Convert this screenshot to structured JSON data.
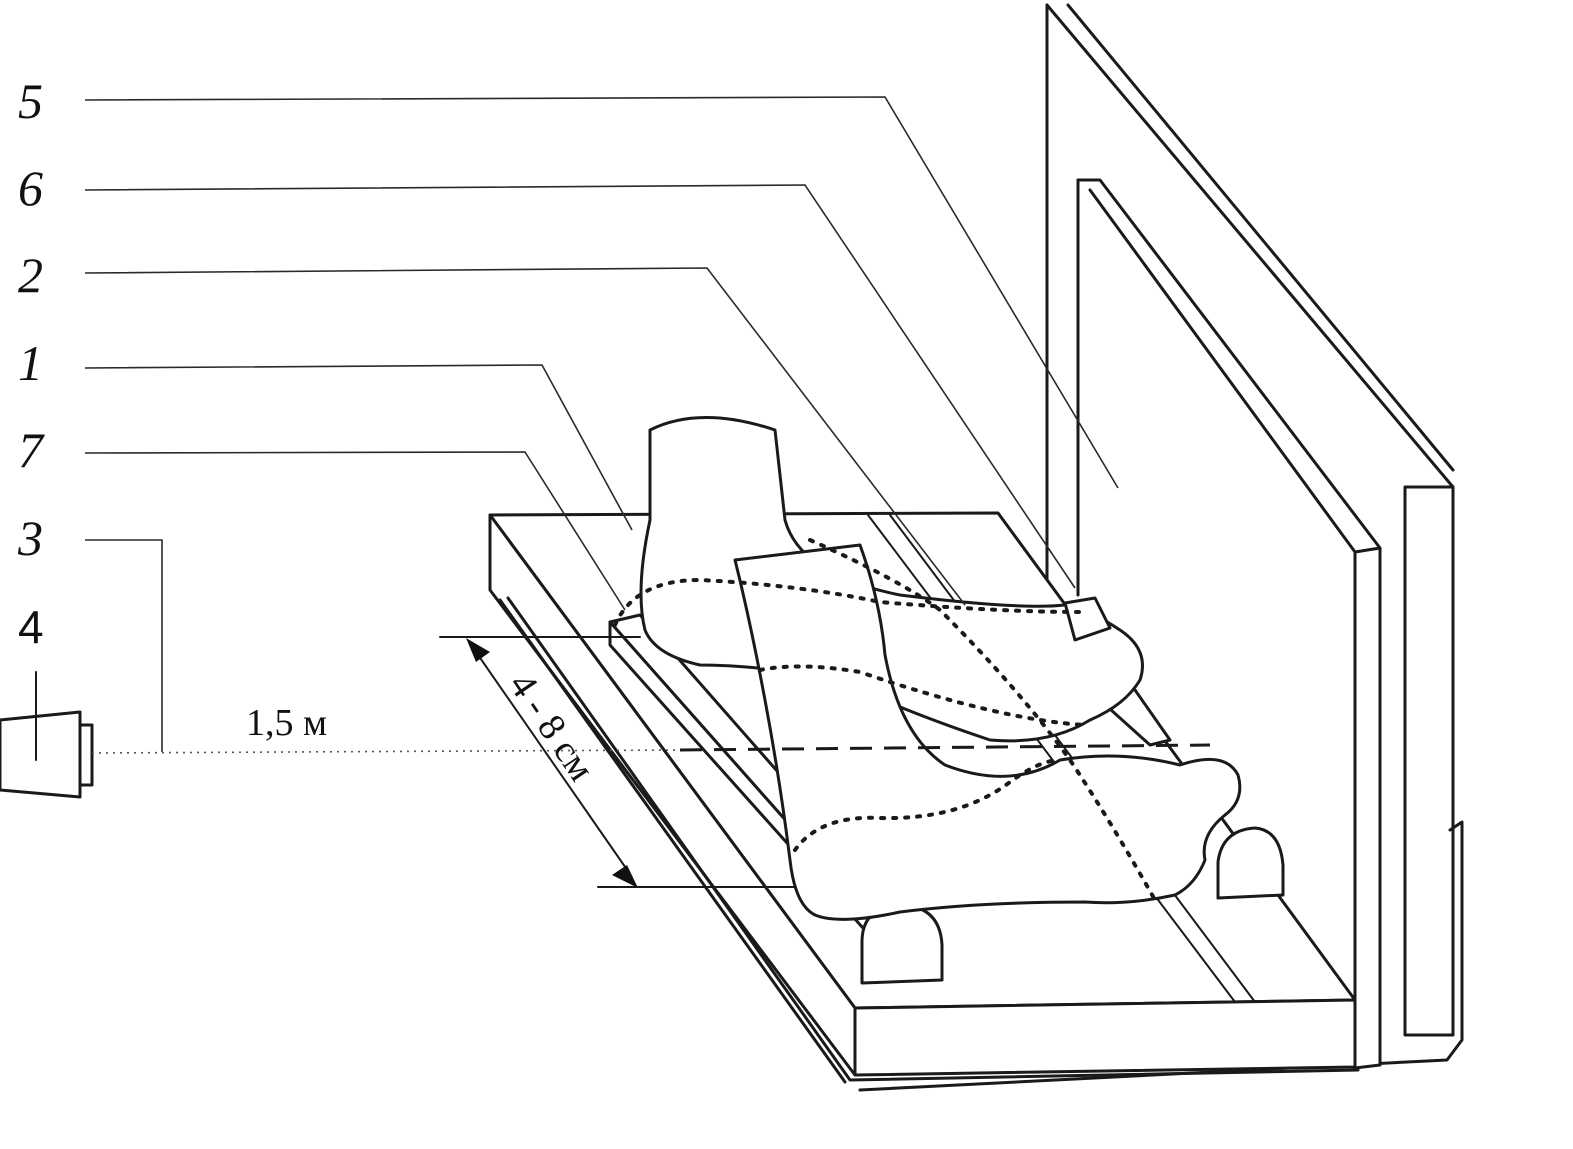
{
  "labels": [
    {
      "id": "5",
      "text": "5"
    },
    {
      "id": "6",
      "text": "6"
    },
    {
      "id": "2",
      "text": "2"
    },
    {
      "id": "1",
      "text": "1"
    },
    {
      "id": "7",
      "text": "7"
    },
    {
      "id": "3",
      "text": "3"
    },
    {
      "id": "4",
      "text": "4"
    }
  ],
  "distance_label": "1,5 м",
  "thickness_label": "4 - 8 см"
}
